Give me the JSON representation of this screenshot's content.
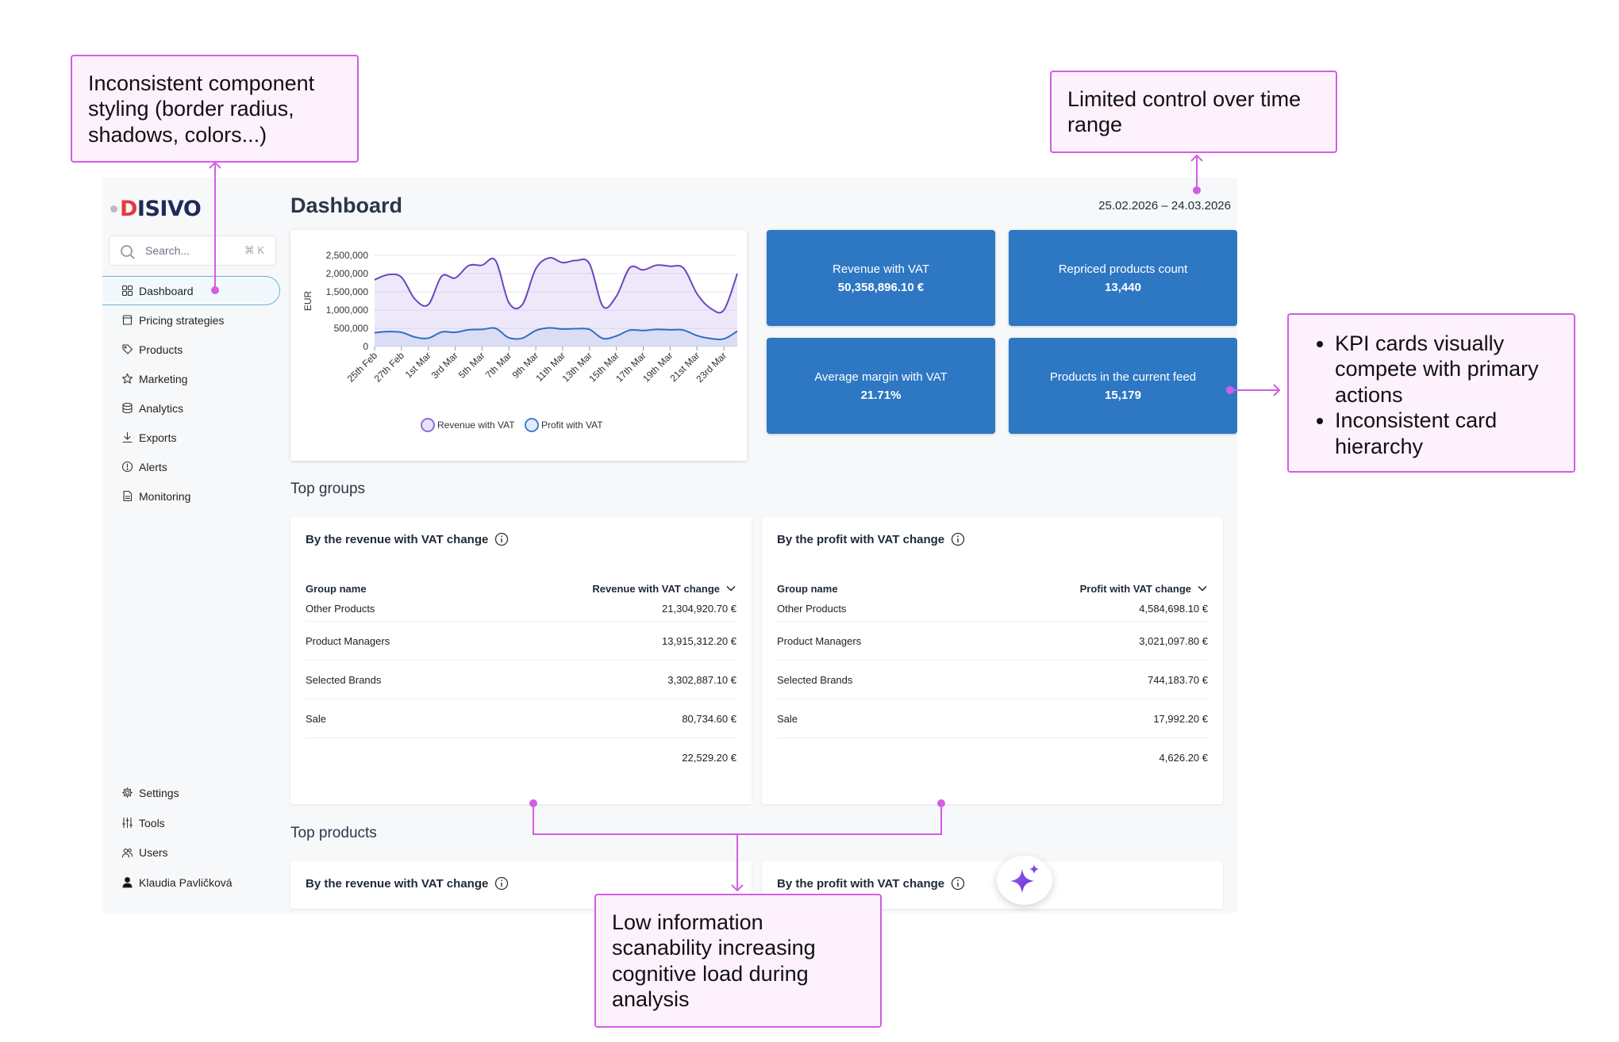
{
  "app": {
    "logo": {
      "text_red": "D",
      "text_rest": "ISIVO"
    },
    "search": {
      "placeholder": "Search...",
      "shortcut": "⌘ K"
    },
    "nav_top": [
      {
        "label": "Dashboard",
        "icon": "grid-icon",
        "active": true
      },
      {
        "label": "Pricing strategies",
        "icon": "store-icon"
      },
      {
        "label": "Products",
        "icon": "tag-icon"
      },
      {
        "label": "Marketing",
        "icon": "star-icon"
      },
      {
        "label": "Analytics",
        "icon": "database-icon"
      },
      {
        "label": "Exports",
        "icon": "download-icon"
      },
      {
        "label": "Alerts",
        "icon": "alert-icon"
      },
      {
        "label": "Monitoring",
        "icon": "document-icon"
      }
    ],
    "nav_bottom": [
      {
        "label": "Settings",
        "icon": "gear-icon"
      },
      {
        "label": "Tools",
        "icon": "sliders-icon"
      },
      {
        "label": "Users",
        "icon": "users-icon"
      },
      {
        "label": "Klaudia Pavličková",
        "icon": "user-icon"
      }
    ]
  },
  "dashboard": {
    "title": "Dashboard",
    "date_range": "25.02.2026 – 24.03.2026",
    "kpis": [
      {
        "label": "Revenue with VAT",
        "value": "50,358,896.10 €"
      },
      {
        "label": "Repriced products count",
        "value": "13,440"
      },
      {
        "label": "Average margin with VAT",
        "value": "21.71%"
      },
      {
        "label": "Products in the current feed",
        "value": "15,179"
      }
    ],
    "top_groups": {
      "title": "Top groups",
      "revenue": {
        "heading": "By the revenue with VAT change",
        "col_name": "Group name",
        "col_value": "Revenue with VAT change",
        "rows": [
          {
            "name": "Other Products",
            "value": "21,304,920.70 €"
          },
          {
            "name": "Product Managers",
            "value": "13,915,312.20 €"
          },
          {
            "name": "Selected Brands",
            "value": "3,302,887.10 €"
          },
          {
            "name": "Sale",
            "value": "80,734.60 €"
          },
          {
            "name": "",
            "value": "22,529.20 €"
          }
        ]
      },
      "profit": {
        "heading": "By the profit with VAT change",
        "col_name": "Group name",
        "col_value": "Profit with VAT change",
        "rows": [
          {
            "name": "Other Products",
            "value": "4,584,698.10 €"
          },
          {
            "name": "Product Managers",
            "value": "3,021,097.80 €"
          },
          {
            "name": "Selected Brands",
            "value": "744,183.70 €"
          },
          {
            "name": "Sale",
            "value": "17,992.20 €"
          },
          {
            "name": "",
            "value": "4,626.20 €"
          }
        ]
      }
    },
    "top_products": {
      "title": "Top products",
      "revenue_heading": "By the revenue with VAT change",
      "profit_heading": "By the profit with VAT change"
    }
  },
  "chart_data": {
    "type": "area",
    "ylabel": "EUR",
    "ylim": [
      0,
      2500000
    ],
    "yticks": [
      "2,500,000",
      "2,000,000",
      "1,500,000",
      "1,000,000",
      "500,000",
      "0"
    ],
    "ytick_values": [
      2500000,
      2000000,
      1500000,
      1000000,
      500000,
      0
    ],
    "x": [
      "25th Feb",
      "26th Feb",
      "27th Feb",
      "28th Feb",
      "1st Mar",
      "2nd Mar",
      "3rd Mar",
      "4th Mar",
      "5th Mar",
      "6th Mar",
      "7th Mar",
      "8th Mar",
      "9th Mar",
      "10th Mar",
      "11th Mar",
      "12th Mar",
      "13th Mar",
      "14th Mar",
      "15th Mar",
      "16th Mar",
      "17th Mar",
      "18th Mar",
      "19th Mar",
      "20th Mar",
      "21st Mar",
      "22nd Mar",
      "23rd Mar",
      "24th Mar"
    ],
    "x_labels_shown": [
      "25th Feb",
      "27th Feb",
      "1st Mar",
      "3rd Mar",
      "5th Mar",
      "7th Mar",
      "9th Mar",
      "11th Mar",
      "13th Mar",
      "15th Mar",
      "17th Mar",
      "19th Mar",
      "21st Mar",
      "23rd Mar"
    ],
    "series": [
      {
        "name": "Revenue with VAT",
        "color": "#6b46c1",
        "values": [
          1830000,
          1970000,
          1900000,
          1300000,
          1150000,
          1930000,
          1880000,
          2220000,
          2230000,
          2360000,
          1200000,
          1150000,
          2130000,
          2430000,
          2300000,
          2360000,
          2270000,
          1100000,
          1380000,
          2160000,
          2100000,
          2230000,
          2200000,
          2150000,
          1450000,
          1050000,
          1000000,
          2000000
        ]
      },
      {
        "name": "Profit with VAT",
        "color": "#2f6fc0",
        "values": [
          380000,
          410000,
          390000,
          260000,
          230000,
          400000,
          390000,
          460000,
          470000,
          500000,
          240000,
          230000,
          440000,
          510000,
          480000,
          490000,
          470000,
          220000,
          290000,
          450000,
          440000,
          470000,
          460000,
          450000,
          300000,
          220000,
          210000,
          420000
        ]
      }
    ],
    "legend": "bottom"
  },
  "annotations": [
    {
      "text": "Inconsistent component styling (border radius, shadows, colors...)"
    },
    {
      "text": "Limited control over time range"
    },
    {
      "items": [
        "KPI cards visually compete with primary actions",
        "Inconsistent card hierarchy"
      ]
    },
    {
      "text": "Low information scanability increasing cognitive load during analysis"
    }
  ],
  "colors": {
    "accent": "#2d77c3",
    "annotation": "#d25ee3",
    "annotation_bg": "#fdf1fd",
    "active_nav": "#6ab2da"
  }
}
